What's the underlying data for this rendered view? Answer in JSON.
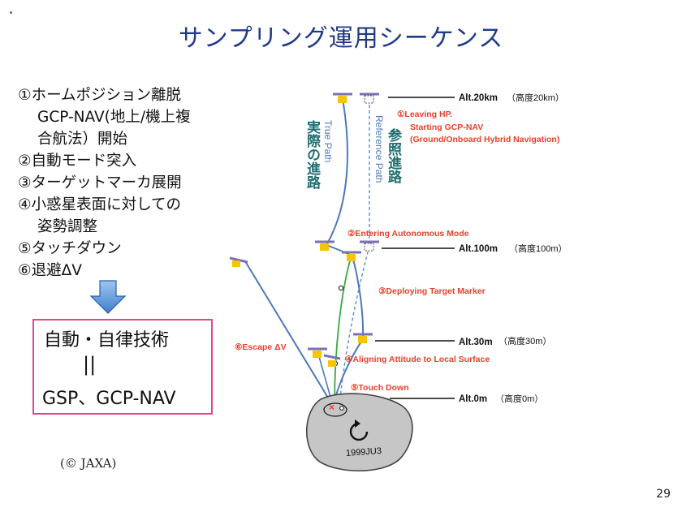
{
  "title": "サンプリング運用シーケンス",
  "steps": [
    "①ホームポジション離脱",
    "GCP-NAV(地上/機上複",
    "合航法）開始",
    "②自動モード突入",
    "③ターゲットマーカ展開",
    "④小惑星表面に対しての",
    "姿勢調整",
    "⑤タッチダウン",
    "⑥退避ΔV"
  ],
  "tech_box": {
    "line1": "自動・自律技術",
    "line2": "||",
    "line3": "GSP、GCP-NAV"
  },
  "copyright": "(© JAXA)",
  "page_number": "29",
  "diagram": {
    "true_path_en": "True Path",
    "true_path_ja": "実際の進路",
    "reference_path_en": "Reference Path",
    "reference_path_ja": "参照進路",
    "altitudes": [
      {
        "label": "Alt.20km",
        "sub": "（高度20km）"
      },
      {
        "label": "Alt.100m",
        "sub": "（高度100m）"
      },
      {
        "label": "Alt.30m",
        "sub": "（高度30m）"
      },
      {
        "label": "Alt.0m",
        "sub": "（高度0m）"
      }
    ],
    "events": {
      "leaving_1": "①Leaving HP.",
      "leaving_2": "Starting GCP-NAV",
      "leaving_3": "(Ground/Onboard Hybrid Navigation)",
      "autonomous": "②Entering Autonomous Mode",
      "marker": "③Deploying Target Marker",
      "aligning": "④Aligning Attitude to Local Surface",
      "touchdown": "⑤Touch Down",
      "escape": "⑥Escape ΔV"
    },
    "asteroid_name": "1999JU3",
    "colors": {
      "path_blue": "#4f79b8",
      "dashed_blue": "#5a8fd0",
      "teal_text": "#1f6e72",
      "marker_green": "#3aa845",
      "note_red": "#e8402a",
      "spacecraft_yellow": "#f6c400",
      "panel_purple": "#7a70b5",
      "asteroid_gray": "#c6c6c6"
    }
  }
}
